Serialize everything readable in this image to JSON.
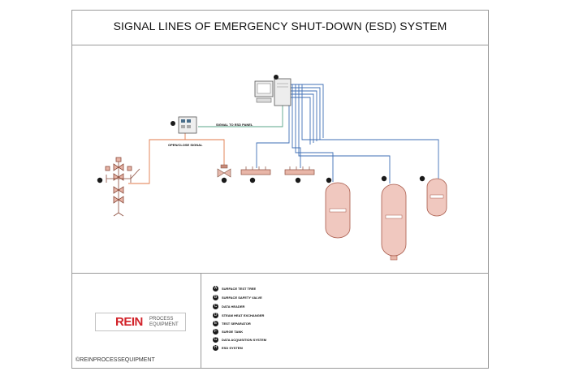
{
  "title": "SIGNAL LINES OF EMERGENCY SHUT-DOWN (ESD) SYSTEM",
  "labels": {
    "signal_to_esd": "SIGNAL TO ESD PANEL",
    "open_close": "OPEN/CLOSE SIGNAL"
  },
  "legend": [
    {
      "badge": "A",
      "text": "SURFACE TEST TREE"
    },
    {
      "badge": "B",
      "text": "SURFACE SAFETY VALVE"
    },
    {
      "badge": "C",
      "text": "DATA HEADER"
    },
    {
      "badge": "D",
      "text": "STEAM HEAT EXCHANGER"
    },
    {
      "badge": "E",
      "text": "TEST SEPARATOR"
    },
    {
      "badge": "F",
      "text": "SURGE TANK"
    },
    {
      "badge": "G",
      "text": "DATA ACQUISITION SYSTEM"
    },
    {
      "badge": "H",
      "text": "ESD SYSTEM"
    }
  ],
  "logo": {
    "word": "REIN",
    "sub_line1": "PROCESS",
    "sub_line2": "EQUIPMENT"
  },
  "copyright": "©REINPROCESSEQUIPMENT",
  "colors": {
    "signal_blue": "#3f6fb5",
    "open_close_orange": "#e07a4a",
    "esd_green": "#5aa68a",
    "vessel_fill": "#f0c8bf",
    "vessel_stroke": "#a85a4a",
    "brand_red": "#d2232a"
  }
}
